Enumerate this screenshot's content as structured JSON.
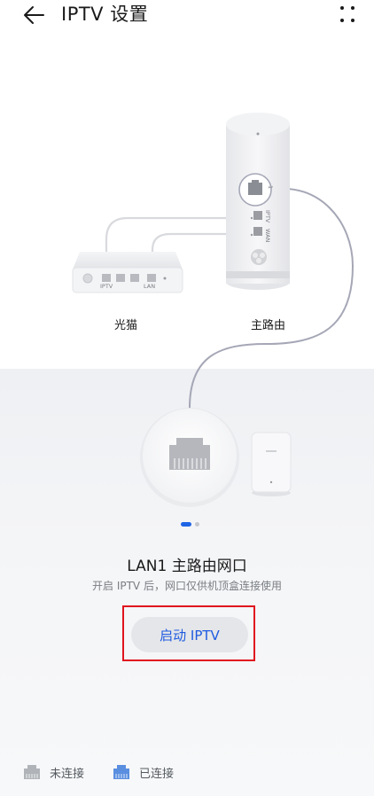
{
  "header": {
    "title": "IPTV 设置"
  },
  "diagram": {
    "modem_label": "光猫",
    "router_label": "主路由",
    "modem_ports": [
      "IPTV",
      "LAN"
    ],
    "router_ports": [
      "WAN",
      "IPTV",
      "1"
    ]
  },
  "carousel": {
    "total": 2,
    "active": 1
  },
  "port": {
    "title": "LAN1 主路由网口",
    "description": "开启 IPTV 后，网口仅供机顶盒连接使用"
  },
  "actions": {
    "start_label": "启动 IPTV"
  },
  "legend": {
    "disconnected": "未连接",
    "connected": "已连接"
  },
  "colors": {
    "accent": "#1e64e6",
    "highlight": "#e0141e",
    "connected_icon": "#5a8fe0",
    "disconnected_icon": "#b0b3b8"
  }
}
